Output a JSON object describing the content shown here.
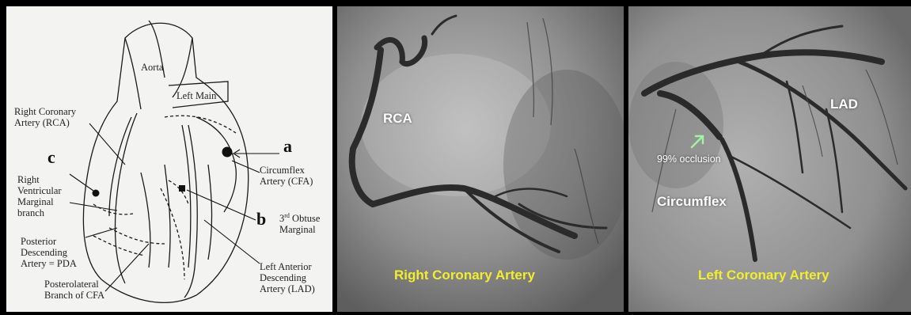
{
  "diagram": {
    "aorta": "Aorta",
    "left_main": "Left Main",
    "rca_line1": "Right Coronary",
    "rca_line2": "Artery (RCA)",
    "rvm_line1": "Right",
    "rvm_line2": "Ventricular",
    "rvm_line3": "Marginal",
    "rvm_line4": "branch",
    "pda_line1": "Posterior",
    "pda_line2": "Descending",
    "pda_line3": "Artery = PDA",
    "plb_line1": "Posterolateral",
    "plb_line2": "Branch of CFA",
    "cfa_line1": "Circumflex",
    "cfa_line2": "Artery (CFA)",
    "om_line1_sup": "rd",
    "om_line1_pre": "3",
    "om_line1_post": " Obtuse",
    "om_line2": "Marginal",
    "lad_line1": "Left Anterior",
    "lad_line2": "Descending",
    "lad_line3": "Artery (LAD)",
    "marker_a": "a",
    "marker_b": "b",
    "marker_c": "c"
  },
  "angiogram_right": {
    "vessel_label": "RCA",
    "caption": "Right Coronary Artery"
  },
  "angiogram_left": {
    "lad_label": "LAD",
    "occlusion_label": "99% occlusion",
    "circumflex_label": "Circumflex",
    "caption": "Left Coronary Artery",
    "arrow_color": "#9ff2a6"
  }
}
